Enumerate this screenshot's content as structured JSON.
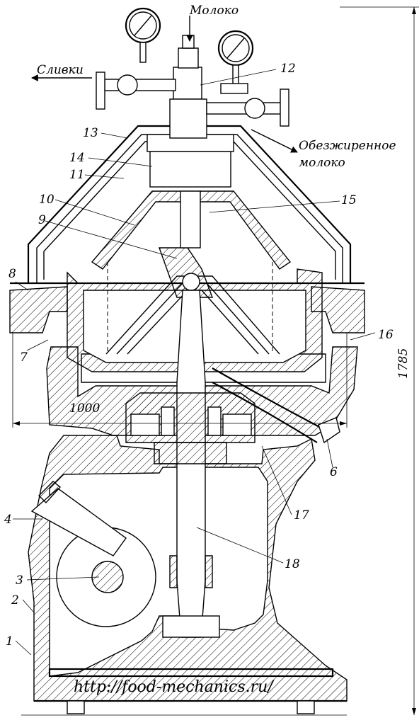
{
  "inputs": {
    "milk": "Молоко",
    "cream": "Сливки",
    "skim_milk_line1": "Обезжиренное",
    "skim_milk_line2": "молоко"
  },
  "dimensions": {
    "width": "1000",
    "height": "1785"
  },
  "callouts": [
    "1",
    "2",
    "3",
    "4",
    "6",
    "7",
    "8",
    "9",
    "10",
    "11",
    "12",
    "13",
    "14",
    "15",
    "16",
    "17",
    "18"
  ],
  "watermark": "http://food-mechanics.ru/"
}
